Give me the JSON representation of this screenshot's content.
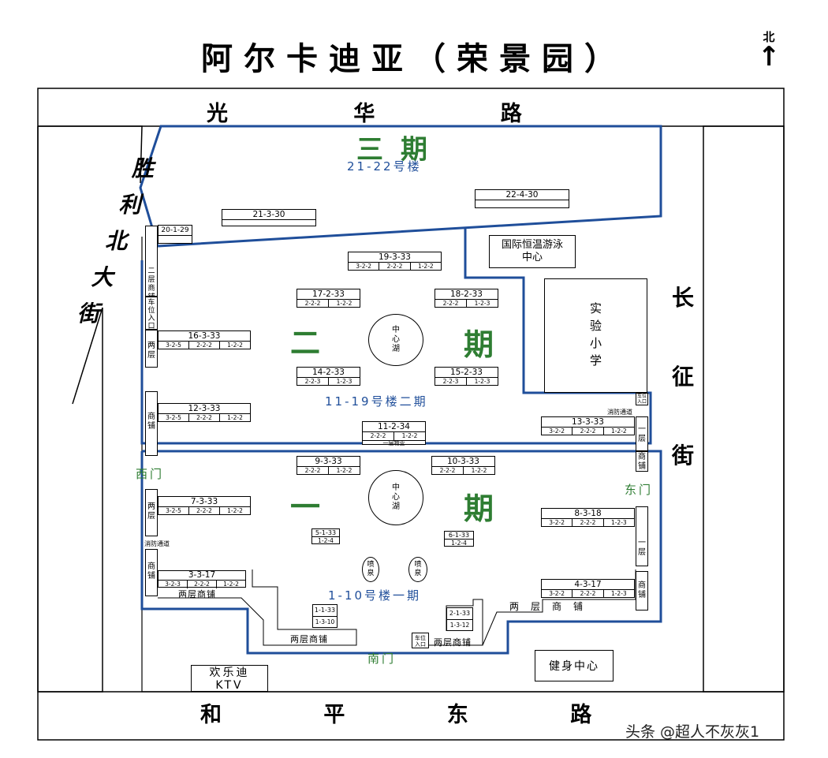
{
  "title": "阿尔卡迪亚（荣景园）",
  "compass": {
    "label": "北",
    "arrow": "↑"
  },
  "roads": {
    "north": "光 华 路",
    "south": "和 平 东 路",
    "west": [
      "胜",
      "利",
      "北",
      "大",
      "街"
    ],
    "east": [
      "长",
      "征",
      "街"
    ]
  },
  "phases": {
    "p3": {
      "label": "三期",
      "sub": "21-22号楼"
    },
    "p2": {
      "left": "二",
      "right": "期",
      "sub": "11-19号楼二期"
    },
    "p1": {
      "left": "一",
      "right": "期",
      "sub": "1-10号楼一期"
    }
  },
  "gates": {
    "west": "西门",
    "east": "东门",
    "south": "南门"
  },
  "buildings": {
    "b20": {
      "name": "20-1-29",
      "units": []
    },
    "b21": {
      "name": "21-3-30",
      "units": []
    },
    "b22": {
      "name": "22-4-30",
      "units": []
    },
    "b19": {
      "name": "19-3-33",
      "units": [
        "3-2-2",
        "2-2-2",
        "1-2-2"
      ]
    },
    "b17": {
      "name": "17-2-33",
      "units": [
        "2-2-2",
        "1-2-2"
      ]
    },
    "b18": {
      "name": "18-2-33",
      "units": [
        "2-2-2",
        "1-2-3"
      ]
    },
    "b16": {
      "name": "16-3-33",
      "units": [
        "3-2-5",
        "2-2-2",
        "1-2-2"
      ]
    },
    "b14": {
      "name": "14-2-33",
      "units": [
        "2-2-3",
        "1-2-3"
      ]
    },
    "b15": {
      "name": "15-2-33",
      "units": [
        "2-2-3",
        "1-2-3"
      ]
    },
    "b12": {
      "name": "12-3-33",
      "units": [
        "3-2-5",
        "2-2-2",
        "1-2-2"
      ]
    },
    "b13": {
      "name": "13-3-33",
      "units": [
        "3-2-2",
        "2-2-2",
        "1-2-2"
      ]
    },
    "b11": {
      "name": "11-2-34",
      "units": [
        "2-2-2",
        "1-2-2"
      ],
      "note": "一层物业"
    },
    "b9": {
      "name": "9-3-33",
      "units": [
        "2-2-2",
        "1-2-2"
      ]
    },
    "b10": {
      "name": "10-3-33",
      "units": [
        "2-2-2",
        "1-2-2"
      ]
    },
    "b7": {
      "name": "7-3-33",
      "units": [
        "3-2-5",
        "2-2-2",
        "1-2-2"
      ]
    },
    "b8": {
      "name": "8-3-18",
      "units": [
        "3-2-2",
        "2-2-2",
        "1-2-3"
      ]
    },
    "b5": {
      "name": "5-1-33",
      "units": [
        "1-2-4"
      ]
    },
    "b6": {
      "name": "6-1-33",
      "units": [
        "1-2-4"
      ]
    },
    "b3": {
      "name": "3-3-17",
      "units": [
        "3-2-3",
        "2-2-2",
        "1-2-2"
      ]
    },
    "b4": {
      "name": "4-3-17",
      "units": [
        "3-2-2",
        "2-2-2",
        "1-2-3"
      ]
    },
    "b1": {
      "name": "1-1-33",
      "units": [
        "1-3-10"
      ]
    },
    "b2": {
      "name": "2-1-33",
      "units": [
        "1-3-12"
      ]
    }
  },
  "facilities": {
    "pool": "国际恒温游泳中心",
    "school": "实验小学",
    "lake": "中心湖",
    "fountain": "喷泉",
    "gym": "健身中心",
    "ktv_line1": "欢乐迪",
    "ktv_line2": "KTV",
    "shops_2f": "两层商铺",
    "fire_lane": "消防通道",
    "parking": "车位入口",
    "west_upper_shop": "二层商铺",
    "west_parking": "车位入口",
    "two_floor": "两层",
    "shop": "商铺",
    "one_floor": "一层"
  },
  "watermark": "头条 @超人不灰灰1",
  "colors": {
    "boundary": "#1f4e9a",
    "phase": "#2e7d32",
    "lines": "#000000"
  }
}
